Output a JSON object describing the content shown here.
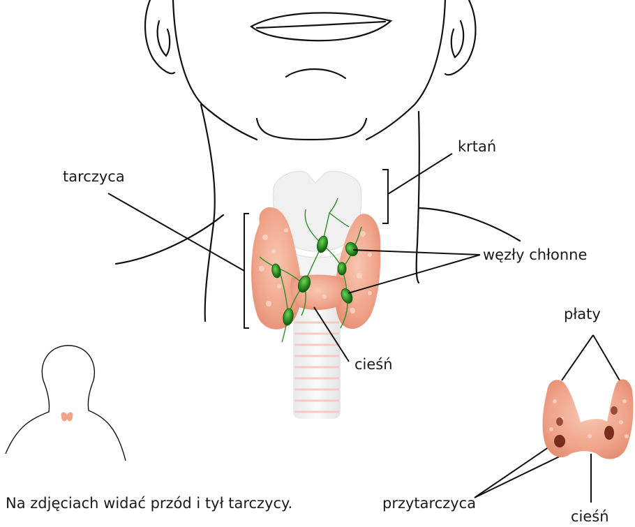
{
  "labels": {
    "krtan": "krtań",
    "tarczyca": "tarczyca",
    "wezly": "węzły chłonne",
    "ciesn_main": "cieśń",
    "platy": "płaty",
    "przytarczyca": "przytarczyca",
    "ciesn_back": "cieśń"
  },
  "caption": "Na zdjęciach widać przód i tył tarczycy.",
  "colors": {
    "outline": "#111111",
    "thyroid": "#f2a98f",
    "thyroid_dots": "#fbd6c6",
    "larynx": "#eeeeee",
    "lymph_node": "#2c8f24",
    "parathyroid": "#7a2c1c"
  }
}
